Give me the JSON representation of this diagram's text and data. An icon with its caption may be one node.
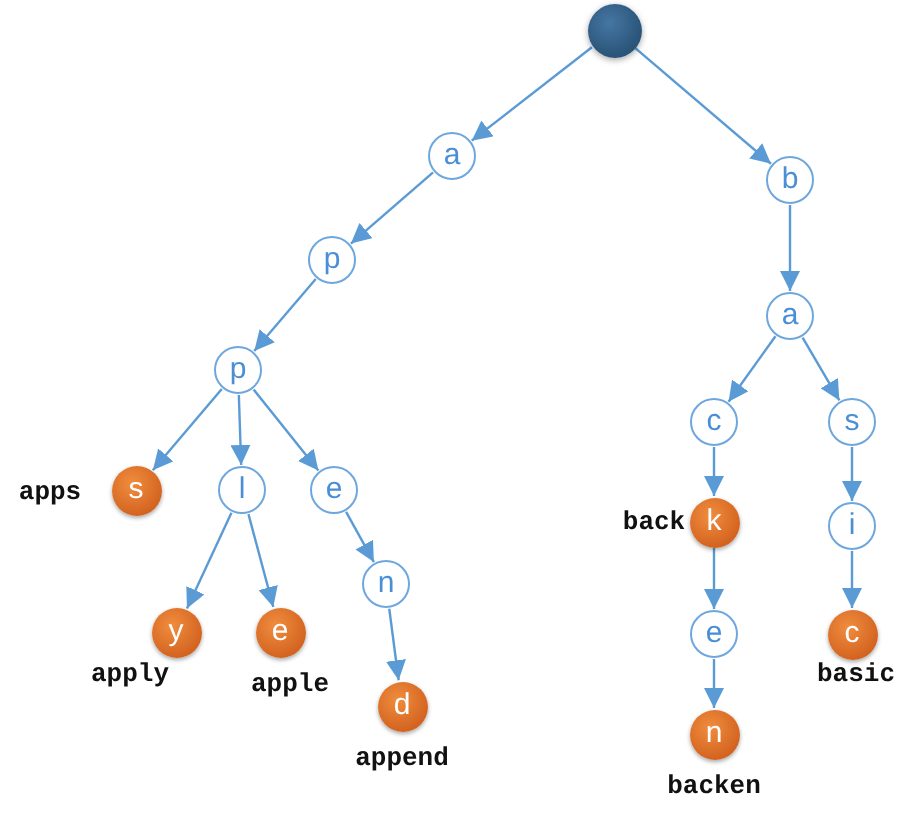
{
  "diagram": {
    "nodes": [
      {
        "text": [],
        "shape": "circle"
      },
      {
        "text": [
          "a"
        ]
      },
      {
        "text": [
          "b"
        ]
      },
      {
        "text": [
          "p"
        ]
      },
      {
        "text": [
          "a"
        ]
      },
      {
        "text": [
          "p"
        ]
      },
      {
        "text": [
          "c"
        ]
      },
      {
        "text": [
          "s"
        ]
      },
      {
        "text": [
          "s"
        ],
        "beside": [
          "apps"
        ]
      },
      {
        "text": [
          "l"
        ]
      },
      {
        "text": [
          "e"
        ]
      },
      {
        "text": [
          "k"
        ],
        "beside": [
          "back"
        ]
      },
      {
        "text": [
          "i"
        ]
      },
      {
        "text": [
          "n"
        ]
      },
      {
        "text": [
          "y"
        ],
        "beside": [
          "apply"
        ]
      },
      {
        "text": [
          "e"
        ],
        "beside": [
          "apple"
        ]
      },
      {
        "text": [
          "c"
        ],
        "beside": [
          "basic"
        ]
      },
      {
        "text": [
          "e"
        ]
      },
      {
        "text": [
          "d"
        ],
        "beside": [
          "append"
        ]
      },
      {
        "text": [
          "n"
        ],
        "beside": [
          "backen"
        ]
      }
    ],
    "edges": [
      {
        "from": 0,
        "to": 1,
        "arrow": "to"
      },
      {
        "from": 0,
        "to": 2,
        "arrow": "to"
      },
      {
        "from": 1,
        "to": 3,
        "arrow": "to"
      },
      {
        "from": 2,
        "to": 4,
        "arrow": "to"
      },
      {
        "from": 3,
        "to": 5,
        "arrow": "to"
      },
      {
        "from": 4,
        "to": 6,
        "arrow": "to"
      },
      {
        "from": 4,
        "to": 7,
        "arrow": "to"
      },
      {
        "from": 5,
        "to": 8,
        "arrow": "to"
      },
      {
        "from": 5,
        "to": 9,
        "arrow": "to"
      },
      {
        "from": 5,
        "to": 10,
        "arrow": "to"
      },
      {
        "from": 6,
        "to": 11,
        "arrow": "to"
      },
      {
        "from": 7,
        "to": 12,
        "arrow": "to"
      },
      {
        "from": 9,
        "to": 14,
        "arrow": "to"
      },
      {
        "from": 9,
        "to": 15,
        "arrow": "to"
      },
      {
        "from": 10,
        "to": 13,
        "arrow": "to"
      },
      {
        "from": 12,
        "to": 16,
        "arrow": "to"
      },
      {
        "from": 11,
        "to": 17,
        "arrow": "to"
      },
      {
        "from": 13,
        "to": 18,
        "arrow": "to"
      },
      {
        "from": 17,
        "to": 19,
        "arrow": "to"
      }
    ]
  }
}
